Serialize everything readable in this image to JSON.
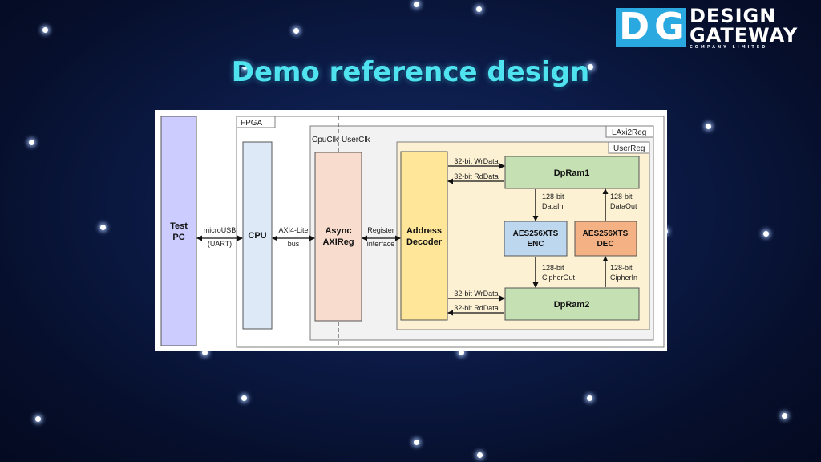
{
  "slide": {
    "title": "Demo reference design",
    "background_color": "#0b1a45",
    "title_color": "#4fe3f0"
  },
  "logo": {
    "mark_left": "D",
    "mark_right": "G",
    "word1": "DESIGN",
    "word2": "GATEWAY",
    "word3": "COMPANY LIMITED",
    "mark_color": "#2aa8e0"
  },
  "diagram": {
    "test_pc": {
      "line1": "Test",
      "line2": "PC"
    },
    "fpga_label": "FPGA",
    "cpu_label": "CPU",
    "laxi2reg_label": "LAxi2Reg",
    "cpuclk_label": "CpuClk",
    "userclk_label": "UserClk",
    "userreg_label": "UserReg",
    "async": {
      "line1": "Async",
      "line2": "AXIReg"
    },
    "decoder": {
      "line1": "Address",
      "line2": "Decoder"
    },
    "dpram1_label": "DpRam1",
    "dpram2_label": "DpRam2",
    "enc": {
      "line1": "AES256XTS",
      "line2": "ENC"
    },
    "dec": {
      "line1": "AES256XTS",
      "line2": "DEC"
    },
    "link_usb": {
      "line1": "microUSB",
      "line2": "(UART)"
    },
    "link_axi": {
      "line1": "AXI4-Lite",
      "line2": "bus"
    },
    "link_reg": {
      "line1": "Register",
      "line2": "interface"
    },
    "wrdata_label": "32-bit WrData",
    "rddata_label": "32-bit RdData",
    "datain": {
      "line1": "128-bit",
      "line2": "DataIn"
    },
    "dataout": {
      "line1": "128-bit",
      "line2": "DataOut"
    },
    "cipherout": {
      "line1": "128-bit",
      "line2": "CipherOut"
    },
    "cipherin": {
      "line1": "128-bit",
      "line2": "CipherIn"
    },
    "colors": {
      "test_pc": "#ccccff",
      "cpu": "#dde9f7",
      "async": "#f8dccd",
      "decoder": "#ffe699",
      "userreg": "#fdf1d3",
      "dpram": "#c5e0b3",
      "enc": "#bdd7ee",
      "dec": "#f4b183"
    }
  }
}
